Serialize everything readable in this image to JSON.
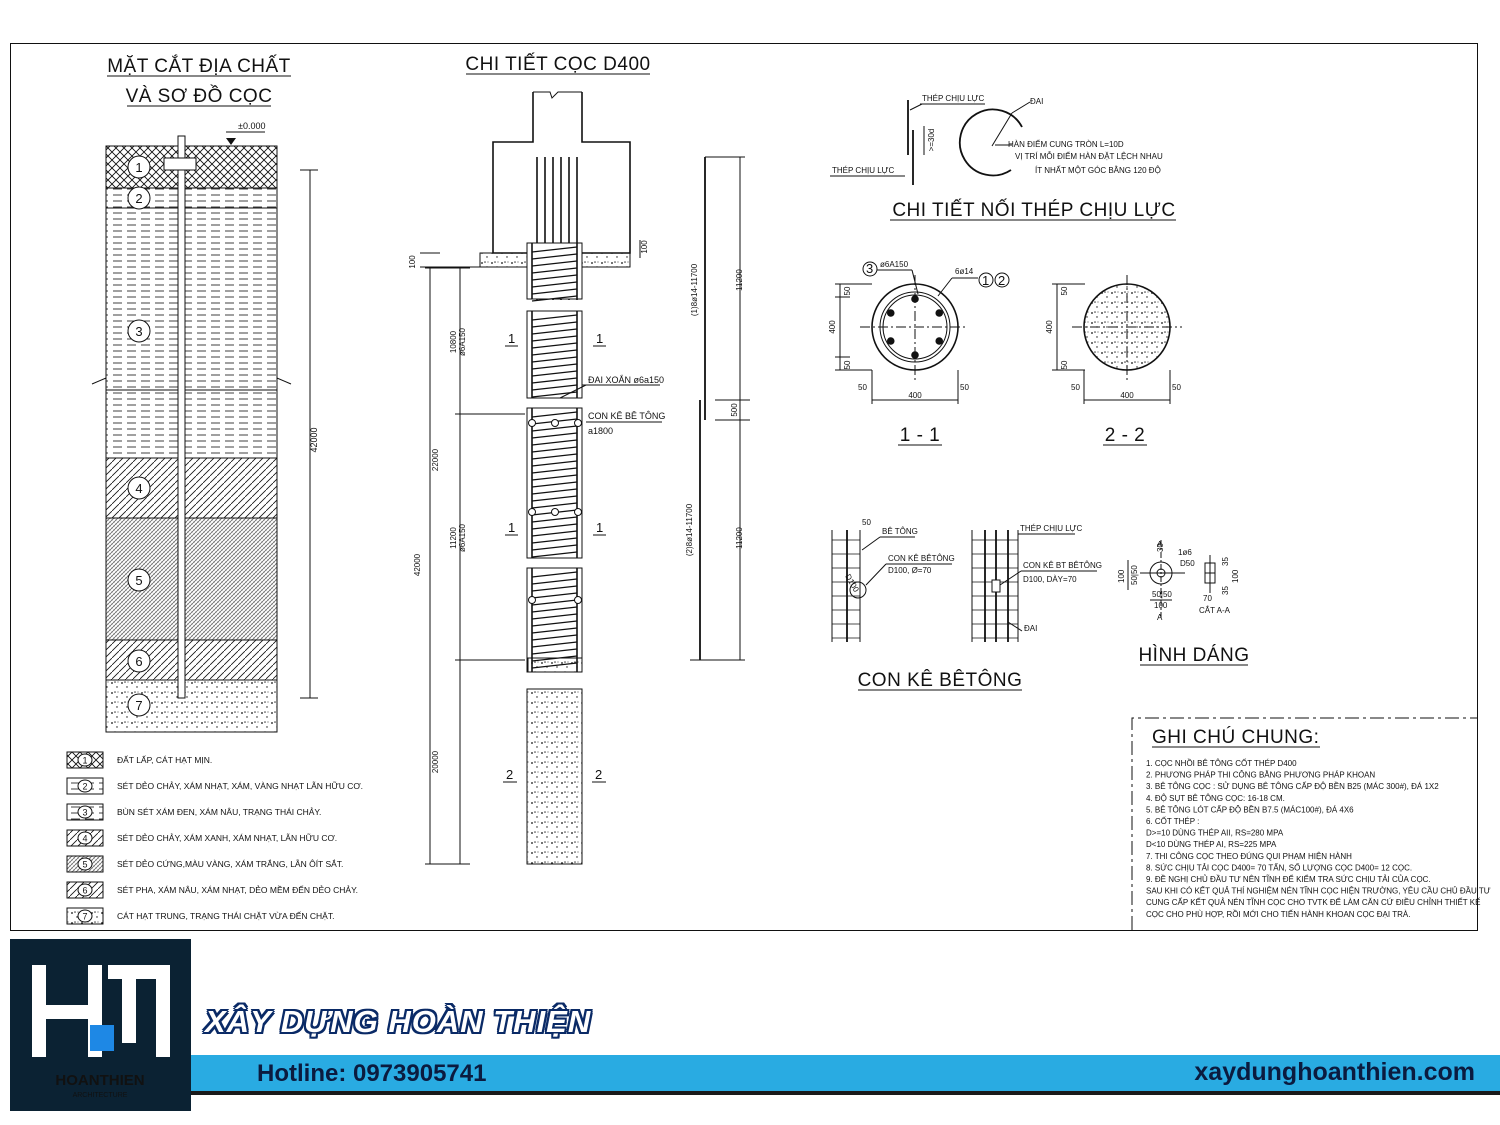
{
  "titles": {
    "geo_section_l1": "MẶT CẮT ĐỊA CHẤT",
    "geo_section_l2": "VÀ SƠ ĐỒ CỌC",
    "pile_detail": "CHI TIẾT CỌC D400",
    "splice_detail": "CHI TIẾT NỐI THÉP CHỊU LỰC",
    "section_11": "1 - 1",
    "section_22": "2 - 2",
    "spacer": "CON KÊ BÊTÔNG",
    "shape": "HÌNH DÁNG",
    "notes": "GHI CHÚ CHUNG:"
  },
  "geo": {
    "level": "±0.000",
    "depth": "42000",
    "layer_numbers": [
      "1",
      "2",
      "3",
      "4",
      "5",
      "6",
      "7"
    ]
  },
  "legend": [
    {
      "num": "1",
      "text": "ĐẤT LẤP, CÁT HẠT MỊN."
    },
    {
      "num": "2",
      "text": "SÉT DẺO CHẢY, XÁM NHẠT, XÁM, VÀNG NHẠT LẪN HỮU CƠ."
    },
    {
      "num": "3",
      "text": "BÙN SÉT XÁM ĐEN, XÁM NÂU, TRẠNG THÁI CHẢY."
    },
    {
      "num": "4",
      "text": "SÉT DẺO CHẢY, XÁM XANH, XÁM NHẠT, LẪN HỮU CƠ."
    },
    {
      "num": "5",
      "text": "SÉT DẺO CỨNG,MÀU VÀNG, XÁM TRẮNG, LẪN ÔÍT SẮT."
    },
    {
      "num": "6",
      "text": "SÉT PHA, XÁM NÂU, XÁM NHẠT, DẺO MỀM ĐẾN DẺO CHẢY."
    },
    {
      "num": "7",
      "text": "CÁT HẠT TRUNG, TRẠNG THÁI CHẶT VỪA ĐẾN CHẶT."
    }
  ],
  "pile": {
    "dim_100": "100",
    "dim_100b": "100",
    "dim_10800": "10800",
    "dim_a150_top": "ø6A150",
    "dim_22000": "22000",
    "dim_11200": "11200",
    "dim_a150_bot": "ø6A150",
    "dim_42000": "42000",
    "dim_20000": "20000",
    "spiral": "ĐAI XOẮN ø6a150",
    "spacer_l1": "CON KÊ BÊ TÔNG",
    "spacer_l2": "a1800",
    "cut1": "1",
    "cut2": "2",
    "bar1": "(1)8ø14-11700",
    "bar2": "(2)8ø14-11700",
    "dim_11200_top": "11200",
    "dim_500": "500",
    "dim_11200_bot": "11200"
  },
  "splice": {
    "main_bar_top": "THÉP CHỊU LỰC",
    "main_bar_left": "THÉP CHỊU LỰC",
    "tie": "ĐAI",
    "lap": ">=30d",
    "note1": "HÀN ĐIỂM CUNG TRÒN L=10D",
    "note2": "VỊ TRÍ MỖI ĐIỂM HÀN ĐẶT LỆCH NHAU",
    "note3": "ÍT NHẤT MỘT GÓC BẰNG 120 ĐỘ"
  },
  "sec11": {
    "stirrup": "ø6A150",
    "bars": "6ø14",
    "d400": "400",
    "d50": "50",
    "c1": "1",
    "c2": "2",
    "c3": "3"
  },
  "sec22": {
    "d400": "400",
    "d50": "50"
  },
  "spacer_detail": {
    "d50": "50",
    "concrete": "BÊ TÔNG",
    "spacer_l1": "CON KÊ BÊTÔNG",
    "spacer_l2": "D100, Ø=70",
    "d100": "D100",
    "main_bar": "THÉP CHỊU LỰC",
    "spacer2_l1": "CON KÊ BT BÊTÔNG",
    "spacer2_l2": "D100, DÀY=70",
    "tie": "ĐAI"
  },
  "shape_detail": {
    "d1o6": "1ø6",
    "d50": "D50",
    "d30": "30",
    "d100": "100",
    "d5050": "50|50",
    "d100b": "100",
    "d35": "35",
    "d70": "70",
    "a": "A",
    "cut_aa": "CẮT A-A",
    "d100c": "100",
    "d35b": "35"
  },
  "notes": [
    "1.  CỌC NHỒI BÊ TÔNG CỐT THÉP D400",
    "2.  PHƯƠNG PHÁP THI CÔNG BẰNG PHƯƠNG PHÁP KHOAN",
    "3.  BÊ TÔNG CỌC :   SỬ DỤNG BÊ TÔNG CẤP ĐỘ BỀN B25 (MÁC 300#), ĐÁ 1X2",
    "4.  ĐỘ SỤT BÊ TÔNG CỌC: 16-18 CM.",
    "5.  BÊ TÔNG LÓT CẤP ĐỘ BỀN B7.5 (MÁC100#), ĐÁ 4X6",
    "6.  CỐT THÉP :",
    "      D>=10 DÙNG THÉP AII, RS=280 MPA",
    "      D<10 DÙNG THÉP AI, RS=225 MPA",
    "7.  THI CÔNG CỌC THEO ĐÚNG QUI PHẠM HIỆN HÀNH",
    "8.  SỨC CHỊU TẢI CỌC D400= 70 TẤN, SỐ LƯỢNG CỌC D400= 12 CỌC.",
    "9.  ĐỀ NGHỊ CHỦ ĐẦU TƯ NÊN TĨNH ĐỂ KIỂM TRA SỨC CHỊU TẢI CỦA CỌC.",
    "SAU KHI CÓ KẾT QUẢ THÍ NGHIỆM NÉN TĨNH CỌC HIỆN TRƯỜNG, YÊU CẦU CHỦ ĐẦU TƯ",
    "CUNG CẤP KẾT QUẢ NÉN TĨNH CỌC CHO TVTK ĐỂ LÀM CĂN CỨ ĐIỀU CHỈNH THIẾT KẾ",
    "CỌC CHO PHÙ HỢP, RỒI MỚI CHO TIẾN HÀNH KHOAN CỌC ĐẠI TRÀ."
  ],
  "footer": {
    "logo_text": "HOANTHIEN",
    "logo_sub": "ARCHITECTURE",
    "brand": "XÂY DỰNG HOÀN THIỆN",
    "hotline": "Hotline:  0973905741",
    "website": "xaydunghoanthien.com",
    "colors": {
      "band": "#29abe2",
      "logo_bg": "#0b2233",
      "text": "#0b1b3f",
      "logo_accent": "#1e88e5"
    }
  }
}
